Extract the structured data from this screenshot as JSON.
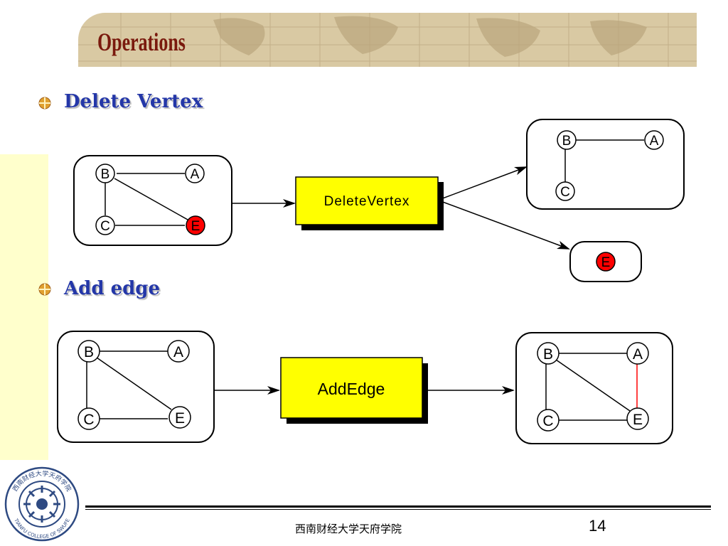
{
  "slide": {
    "title": "Operations",
    "page_number": "14",
    "footer_text": "西南财经大学天府学院",
    "logo_text_top": "西南财经大学天府学院",
    "logo_text_bottom": "TIANFU COLLEGE OF SWUFE"
  },
  "sections": [
    {
      "heading": "Delete Vertex"
    },
    {
      "heading": "Add edge"
    }
  ],
  "delete_vertex": {
    "input_nodes": [
      "B",
      "A",
      "C",
      "E"
    ],
    "operation_label": "DeleteVertex",
    "output_graph_nodes": [
      "B",
      "A",
      "C"
    ],
    "output_removed_node": "E"
  },
  "add_edge": {
    "input_nodes": [
      "B",
      "A",
      "C",
      "E"
    ],
    "operation_label": "AddEdge",
    "output_nodes": [
      "B",
      "A",
      "C",
      "E"
    ]
  },
  "colors": {
    "title": "#7a1a0e",
    "heading": "#2437a8",
    "banner": "#d9c9a3",
    "operation_box": "#ffff00",
    "removed_vertex": "#ff0000",
    "new_edge": "#ff0000",
    "sidebar": "#ffffcc"
  }
}
